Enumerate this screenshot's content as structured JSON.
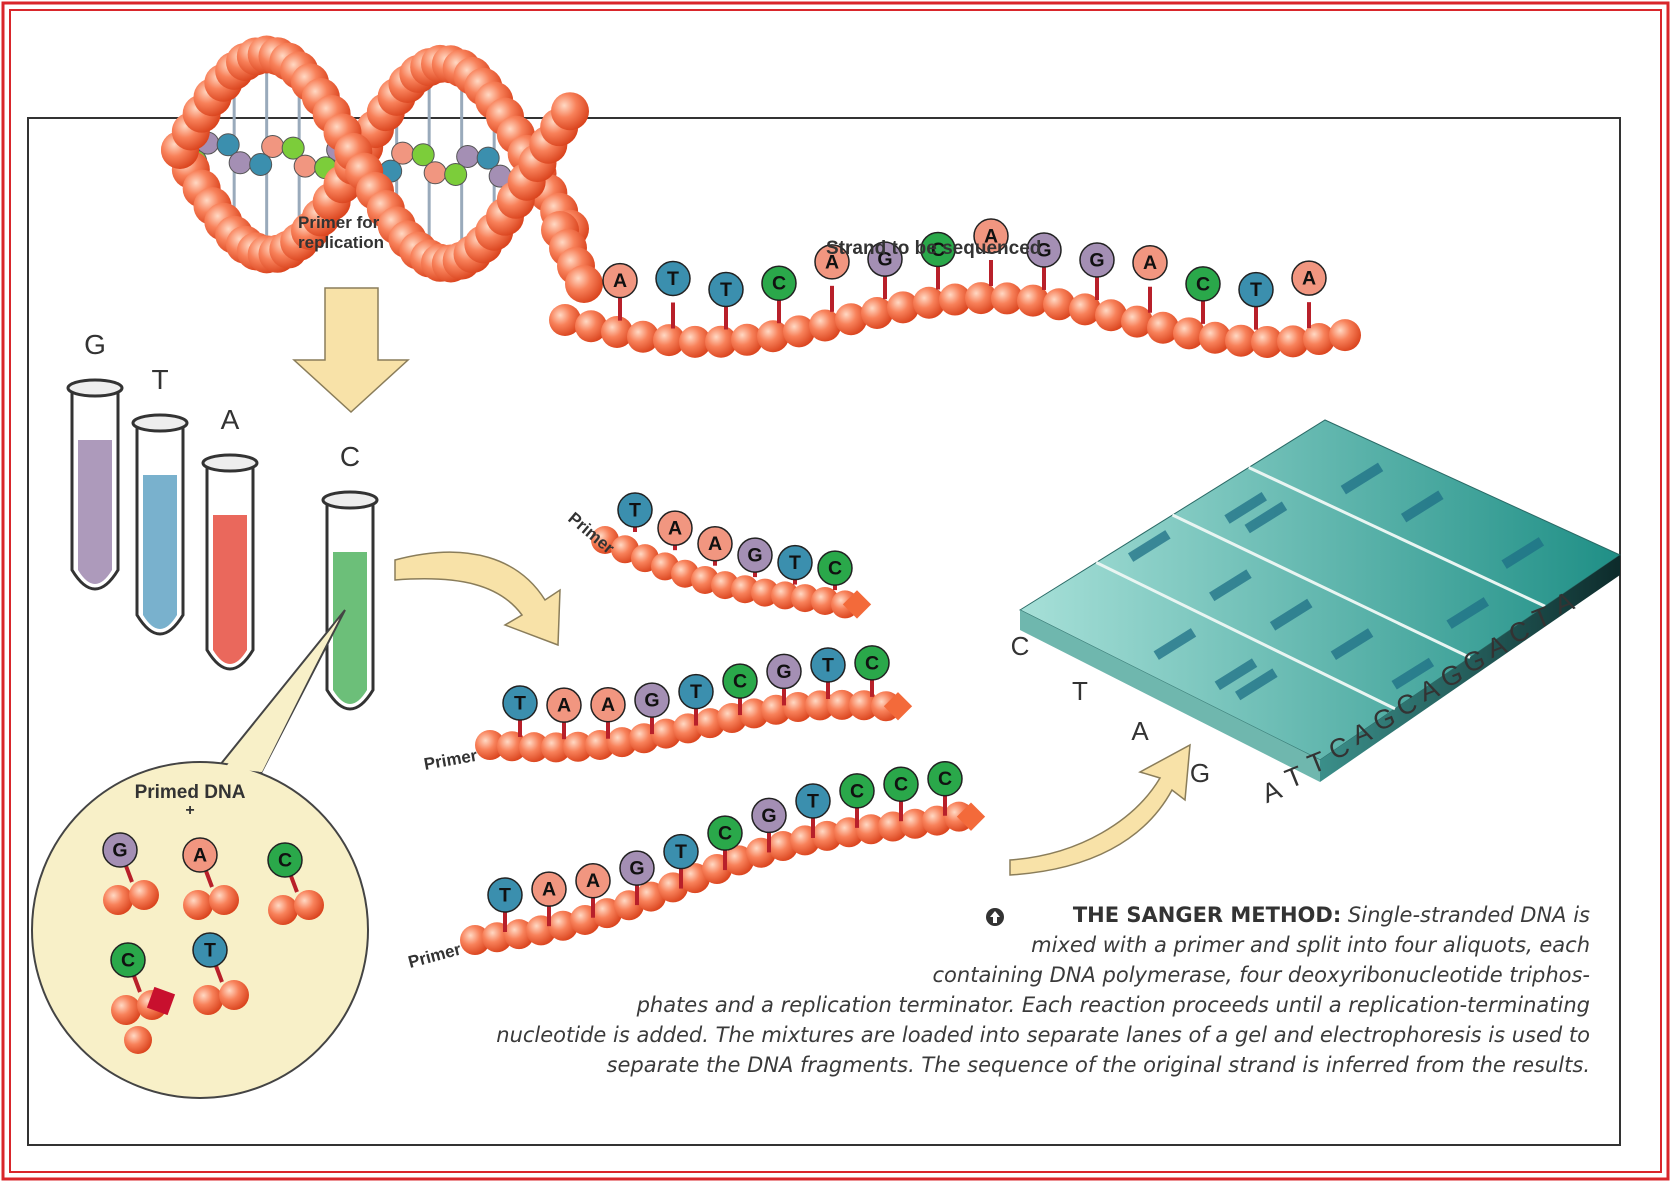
{
  "colors": {
    "frame_red": "#d9262b",
    "backbone": "#f56a3a",
    "base_A": "#f19680",
    "base_T": "#3b8fae",
    "base_C": "#2aa84a",
    "base_G": "#a48fb4",
    "gel": "#3aa39a",
    "arrow_fill": "#f8e2a8"
  },
  "labels": {
    "primer_for_replication_1": "Primer for",
    "primer_for_replication_2": "replication",
    "strand_to_be_sequenced": "Strand to be sequenced",
    "primed_dna": "Primed DNA",
    "primed_plus": "+",
    "primer": "Primer"
  },
  "tubes": [
    {
      "letter": "G",
      "color": "#a48fb4"
    },
    {
      "letter": "T",
      "color": "#6aa8c8"
    },
    {
      "letter": "A",
      "color": "#e8584a"
    },
    {
      "letter": "C",
      "color": "#5cb86a"
    }
  ],
  "template_strand": [
    "A",
    "T",
    "T",
    "C",
    "A",
    "G",
    "C",
    "A",
    "G",
    "G",
    "A",
    "C",
    "T",
    "A"
  ],
  "fragments": [
    {
      "bases": [
        "T",
        "A",
        "A",
        "G",
        "T",
        "C"
      ]
    },
    {
      "bases": [
        "T",
        "A",
        "A",
        "G",
        "T",
        "C",
        "G",
        "T",
        "C"
      ]
    },
    {
      "bases": [
        "T",
        "A",
        "A",
        "G",
        "T",
        "C",
        "G",
        "T",
        "C",
        "C",
        "C"
      ]
    }
  ],
  "nucleotides": [
    "G",
    "A",
    "C",
    "C",
    "T"
  ],
  "gel": {
    "lanes": [
      "C",
      "T",
      "A",
      "G"
    ],
    "sequence": "ATTCAGCAGGACTA"
  },
  "caption": {
    "lead": "THE SANGER METHOD:",
    "lines": [
      "Single-stranded DNA is",
      "mixed with a primer and split into four aliquots, each",
      "containing DNA polymerase, four deoxyribonucleotide triphos-",
      "phates and a replication terminator. Each reaction proceeds until a replication-terminating",
      "nucleotide is added. The mixtures are loaded into separate lanes of a gel and electrophoresis is used to",
      "separate the DNA fragments. The sequence of the original strand is inferred from the results."
    ]
  }
}
